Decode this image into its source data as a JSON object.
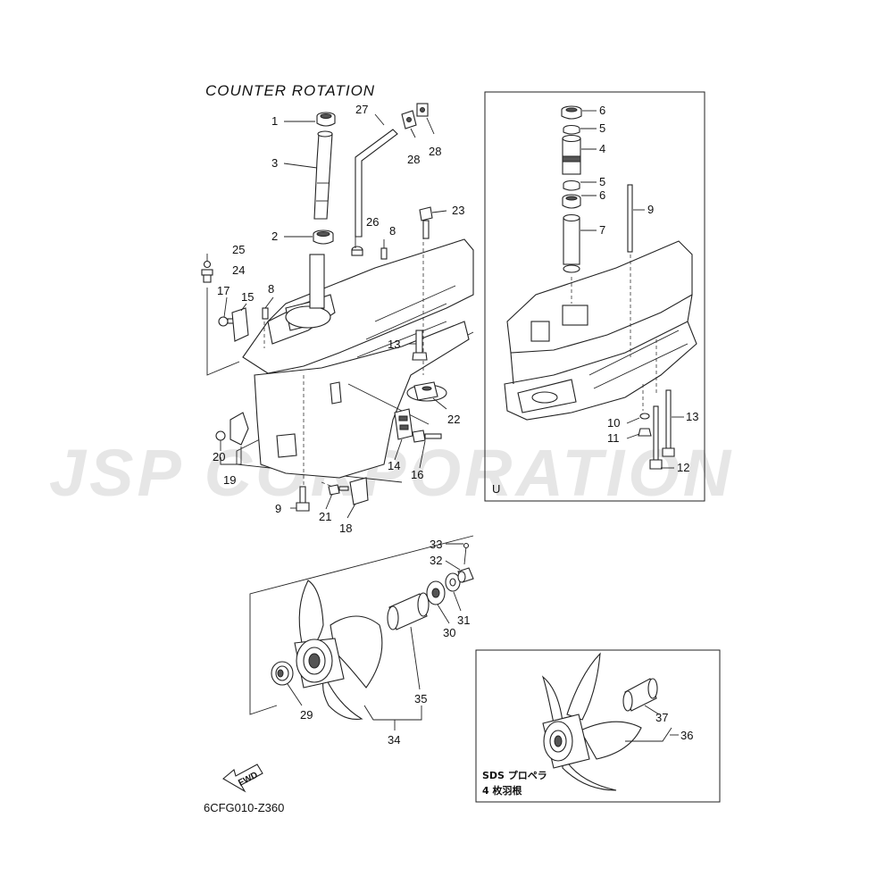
{
  "diagram": {
    "title": "COUNTER  ROTATION",
    "watermark": "JSP CORPORATION",
    "figure_code": "6CFG010-Z360",
    "fwd_label": "FWD",
    "inset_u_label": "U",
    "inset_sds_line1": "SDS プロペラ",
    "inset_sds_line2": "4 枚羽根"
  },
  "callouts": {
    "c1": "1",
    "c2": "2",
    "c3": "3",
    "c8a": "8",
    "c8b": "8",
    "c15": "15",
    "c17": "17",
    "c24": "24",
    "c25": "25",
    "c26": "26",
    "c27": "27",
    "c28a": "28",
    "c28b": "28",
    "c23": "23",
    "c13a": "13",
    "c22": "22",
    "c14": "14",
    "c16": "16",
    "c20": "20",
    "c19": "19",
    "c9a": "9",
    "c21": "21",
    "c18": "18",
    "c6a": "6",
    "c5a": "5",
    "c4": "4",
    "c5b": "5",
    "c6b": "6",
    "c7": "7",
    "c9b": "9",
    "c10": "10",
    "c11": "11",
    "c13b": "13",
    "c12": "12",
    "c33": "33",
    "c32": "32",
    "c31": "31",
    "c30": "30",
    "c29": "29",
    "c35": "35",
    "c34": "34",
    "c37": "37",
    "c36": "36"
  }
}
